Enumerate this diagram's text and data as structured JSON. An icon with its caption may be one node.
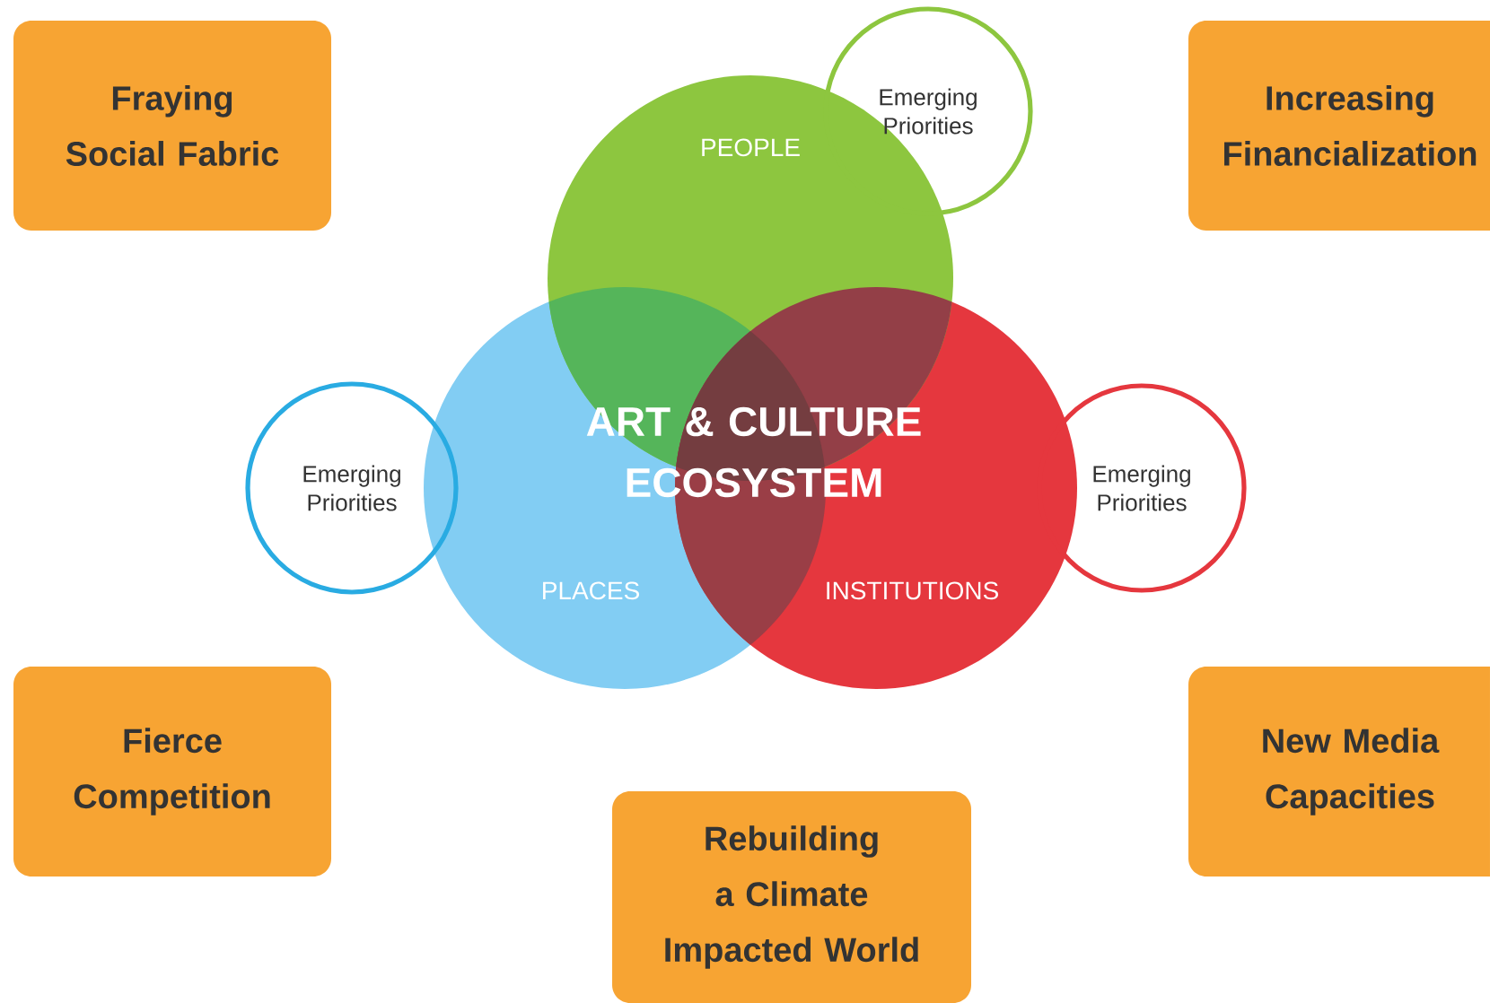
{
  "diagram": {
    "nodes": [
      {
        "text": [
          "Fraying Social Fabric"
        ]
      },
      {
        "text": [
          "PEOPLE"
        ]
      },
      {
        "text": [
          "Emerging Priorities"
        ]
      },
      {
        "text": [
          "Increasing Financialization"
        ]
      },
      {
        "text": [
          "Emerging Priorities"
        ]
      },
      {
        "text": [
          "PLACES"
        ]
      },
      {
        "text": [
          "INSTITUTIONS"
        ]
      },
      {
        "text": [
          "Emerging Priorities"
        ]
      },
      {
        "text": [
          "Fierce Competition"
        ]
      },
      {
        "text": [
          "Rebuilding a Climate Impacted World"
        ]
      },
      {
        "text": [
          "New Media Capacities"
        ]
      }
    ],
    "labels": [
      "ART & CULTURE ECOSYSTEM"
    ]
  }
}
